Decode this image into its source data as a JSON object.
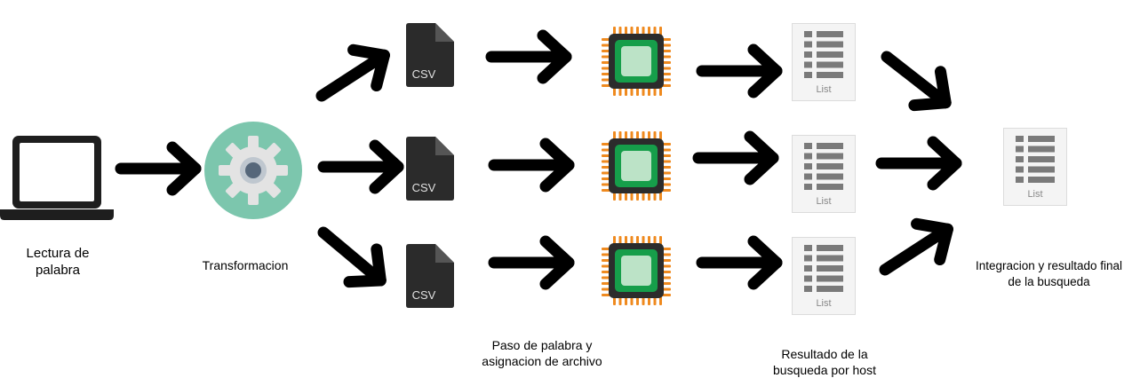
{
  "labels": {
    "lectura": [
      "Lectura de",
      "palabra"
    ],
    "transformacion": "Transformacion",
    "paso": [
      "Paso de palabra y",
      "asignacion de archivo"
    ],
    "resultado_host": [
      "Resultado de la",
      "busqueda por host"
    ],
    "integracion": [
      "Integracion y resultado final",
      "de la busqueda"
    ]
  },
  "icons": {
    "file_text": "CSV",
    "list_text": "List",
    "laptop": "laptop-icon",
    "gear": "gear-icon",
    "file": "csv-file-icon",
    "chip": "processor-chip-icon",
    "list": "list-document-icon",
    "arrow": "arrow-icon"
  },
  "colors": {
    "gear_circle": "#7cc6ad",
    "gear_body": "#e3e3e3",
    "gear_center": "#56677a",
    "chip_pins": "#ef8a1f",
    "chip_body": "#2c2c2c",
    "chip_green": "#169e4a",
    "chip_core": "#bce3c7",
    "file_body": "#2b2b2b",
    "list_bg": "#f4f4f4",
    "list_bars": "#7a7a7a",
    "arrow": "#000000"
  }
}
